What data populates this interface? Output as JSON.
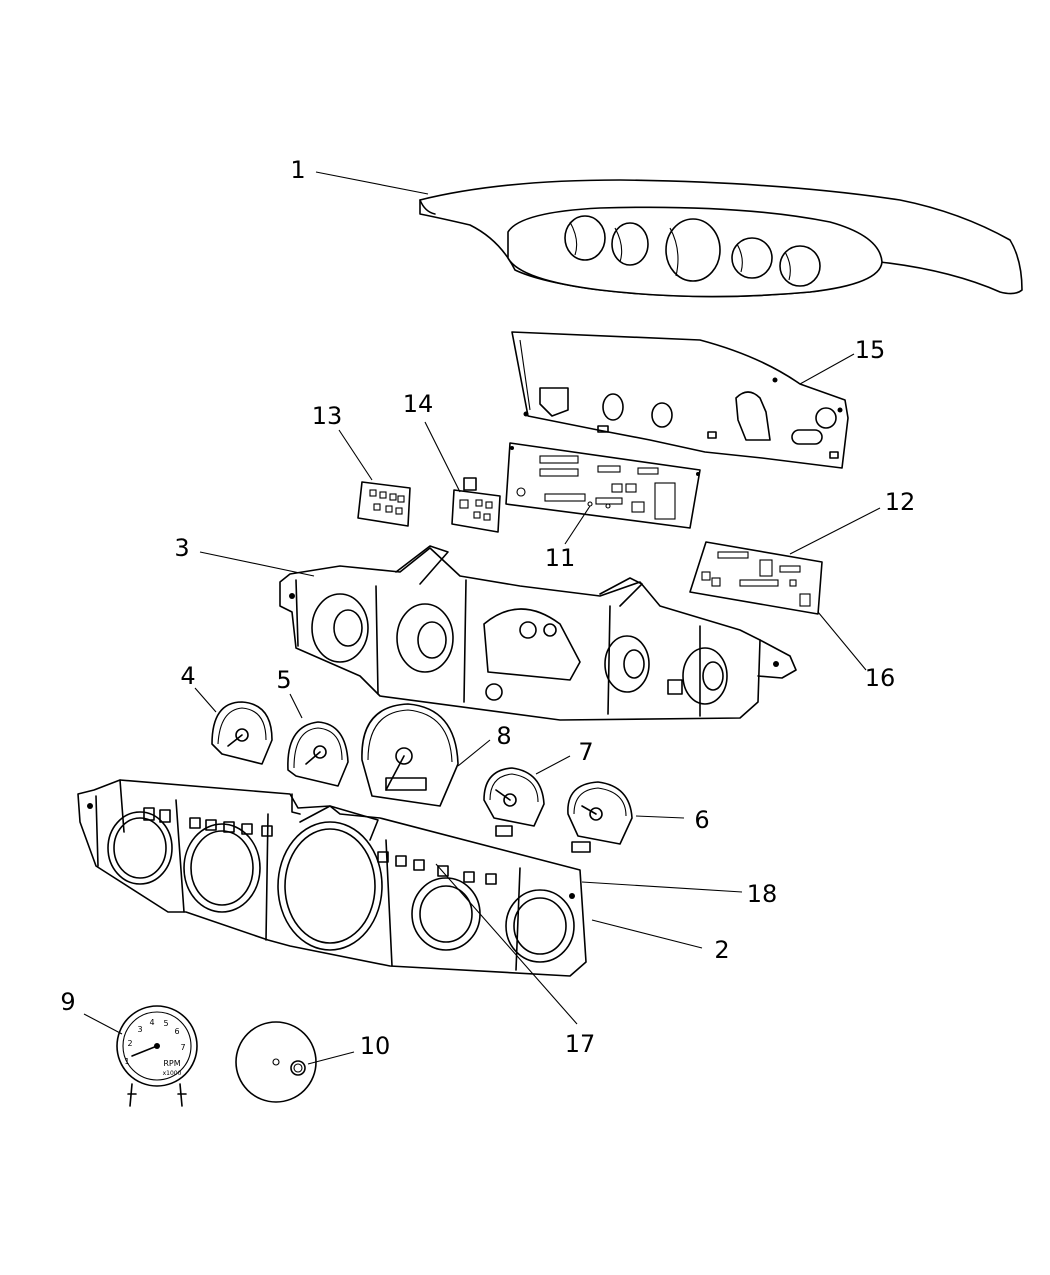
{
  "callouts": {
    "c1": "1",
    "c2": "2",
    "c3": "3",
    "c4": "4",
    "c5": "5",
    "c6": "6",
    "c7": "7",
    "c8": "8",
    "c9": "9",
    "c10": "10",
    "c11": "11",
    "c12": "12",
    "c13": "13",
    "c14": "14",
    "c15": "15",
    "c16": "16",
    "c17": "17",
    "c18": "18"
  },
  "tach_face": {
    "unit": "RPM",
    "multiplier": "x1000",
    "numbers": [
      "1",
      "2",
      "3",
      "4",
      "5",
      "6",
      "7"
    ]
  }
}
